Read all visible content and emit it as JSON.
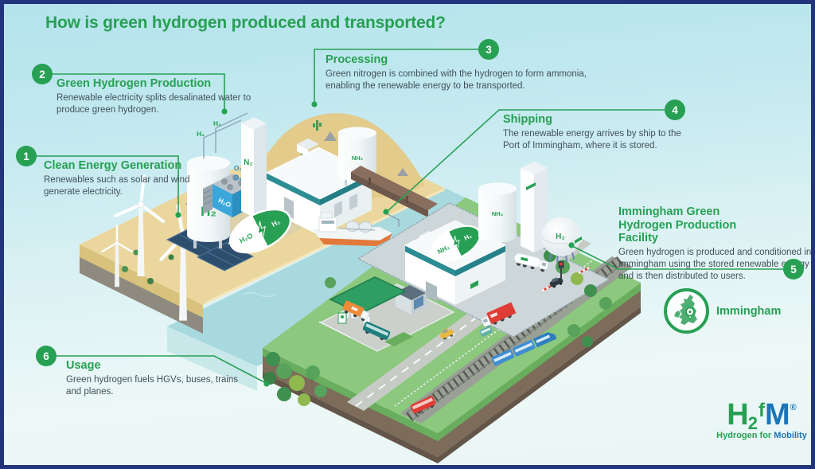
{
  "title": "How is green hydrogen produced and transported?",
  "callouts": [
    {
      "number": "1",
      "heading": "Clean Energy Generation",
      "body": "Renewables such as solar and wind generate electricity."
    },
    {
      "number": "2",
      "heading": "Green Hydrogen Production",
      "body": "Renewable electricity splits desalinated water to produce green hydrogen."
    },
    {
      "number": "3",
      "heading": "Processing",
      "body": "Green nitrogen is combined with the hydrogen to form ammonia, enabling the renewable energy to be transported."
    },
    {
      "number": "4",
      "heading": "Shipping",
      "body": "The renewable energy arrives by ship to the Port of Immingham, where it is stored."
    },
    {
      "number": "5",
      "heading": "Immingham Green Hydrogen Production Facility",
      "body": "Green hydrogen is produced and conditioned in Immingham using the stored renewable energy and is then distributed to users."
    },
    {
      "number": "6",
      "heading": "Usage",
      "body": "Green hydrogen fuels HGVs, buses, trains and planes."
    }
  ],
  "map_badge": {
    "label": "Immingham"
  },
  "logo": {
    "part_h": "H",
    "part_sub": "2",
    "part_f": "f",
    "part_m": "M",
    "part_reg": "®",
    "tagline_green": "Hydrogen for",
    "tagline_blue": "Mobility"
  },
  "scene_labels": {
    "h2_tank": "H₂",
    "electrolyzer_water": "H₂O",
    "o2_top": "O₂",
    "o2_bottom": "O₂",
    "n2_tower": "N₂",
    "pipe_h2_left": "H₂",
    "pipe_h2_right": "H₂",
    "nh3_tank_sand": "NH₃",
    "nh3_tank_immingham": "NH₃",
    "h2_sphere": "H₂",
    "electrolysis_icon_input": "H₂O",
    "electrolysis_icon_output": "H₂",
    "cracking_icon_input": "NH₃",
    "cracking_icon_output": "H₂"
  },
  "colors": {
    "accent_green": "#27a053",
    "logo_blue": "#1b75bb",
    "border_navy": "#22357c",
    "body_text": "#41505a",
    "sand": "#ebd79e",
    "water": "#a7d9de",
    "grass": "#8cc87e"
  }
}
